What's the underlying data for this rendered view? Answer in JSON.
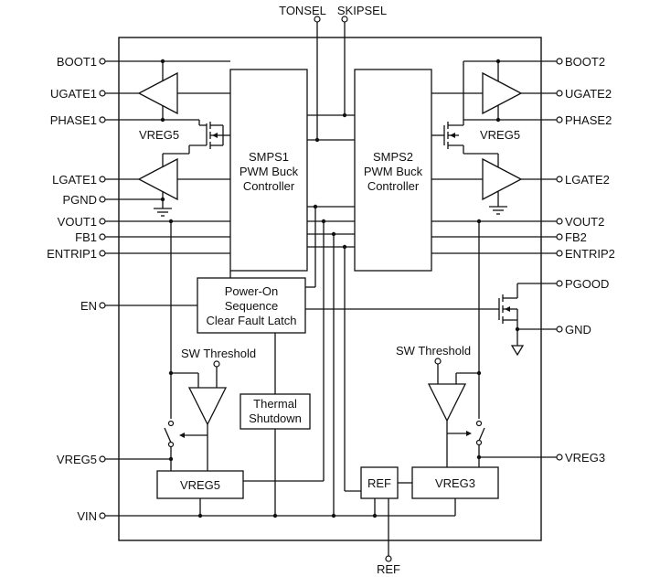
{
  "pins_left": {
    "boot1": "BOOT1",
    "ugate1": "UGATE1",
    "phase1": "PHASE1",
    "lgate1": "LGATE1",
    "pgnd": "PGND",
    "vout1": "VOUT1",
    "fb1": "FB1",
    "entrip1": "ENTRIP1",
    "en": "EN",
    "vreg5": "VREG5",
    "vin": "VIN"
  },
  "pins_right": {
    "boot2": "BOOT2",
    "ugate2": "UGATE2",
    "phase2": "PHASE2",
    "lgate2": "LGATE2",
    "vout2": "VOUT2",
    "fb2": "FB2",
    "entrip2": "ENTRIP2",
    "pgood": "PGOOD",
    "gnd": "GND",
    "vreg3": "VREG3"
  },
  "pins_top": {
    "tonsel": "TONSEL",
    "skipsel": "SKIPSEL"
  },
  "pins_bottom": {
    "ref": "REF"
  },
  "blocks": {
    "smps1": [
      "SMPS1",
      "PWM Buck",
      "Controller"
    ],
    "smps2": [
      "SMPS2",
      "PWM Buck",
      "Controller"
    ],
    "power_on": [
      "Power-On",
      "Sequence",
      "Clear Fault Latch"
    ],
    "thermal": [
      "Thermal",
      "Shutdown"
    ],
    "vreg5": "VREG5",
    "vreg3": "VREG3",
    "ref": "REF"
  },
  "labels": {
    "vreg5_left": "VREG5",
    "vreg5_right": "VREG5",
    "sw_threshold_left": "SW Threshold",
    "sw_threshold_right": "SW Threshold"
  }
}
